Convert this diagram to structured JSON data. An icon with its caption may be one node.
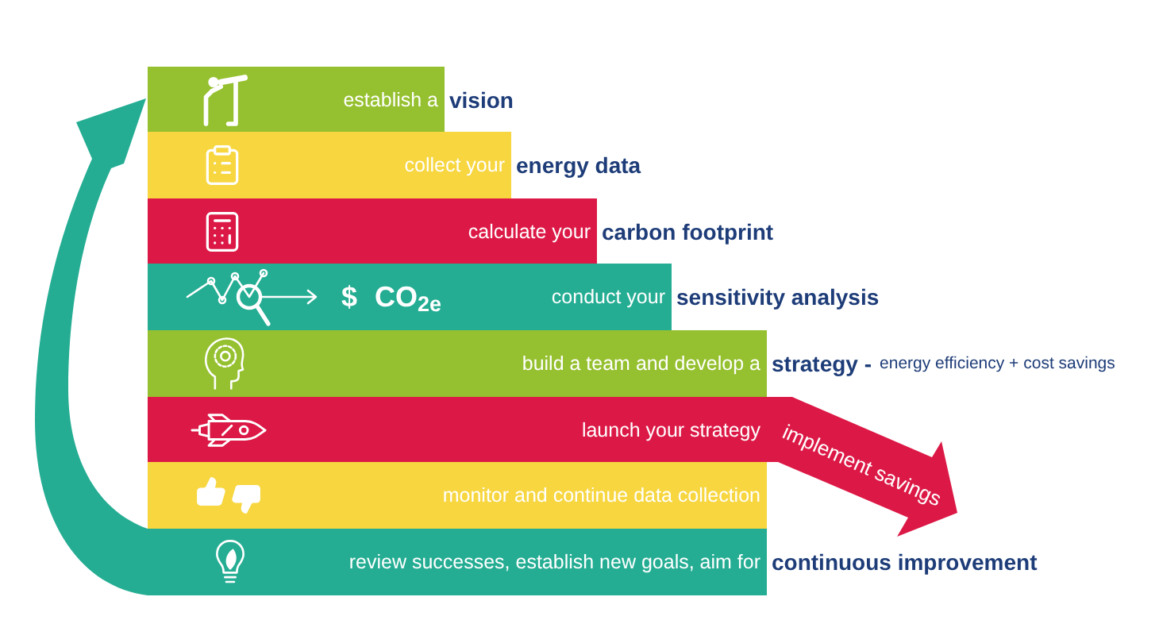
{
  "diagram": {
    "nodes": [
      {
        "text": [
          "establish a",
          "vision"
        ]
      },
      {
        "text": [
          "collect your",
          "energy data"
        ]
      },
      {
        "text": [
          "calculate your",
          "carbon footprint"
        ]
      },
      {
        "text": [
          "$ CO$_{2e}$",
          "conduct your",
          "sensitivity analysis"
        ]
      },
      {
        "text": [
          "build a team and develop a",
          "strategy -",
          "energy efficiency + cost savings"
        ]
      },
      {
        "text": [
          "launch your strategy"
        ]
      },
      {
        "text": [
          "monitor and continue data collection"
        ]
      },
      {
        "text": [
          "review successes, establish new goals, aim for",
          "continuous improvement"
        ]
      }
    ],
    "edges": [
      {
        "from": 7,
        "to": 0,
        "arrow": "to",
        "style": "thick",
        "color": "#24ad93"
      },
      {
        "from": 5,
        "to": null,
        "arrow": "to",
        "label": "implement savings",
        "style": "thick",
        "color": "#dc1946"
      }
    ]
  }
}
